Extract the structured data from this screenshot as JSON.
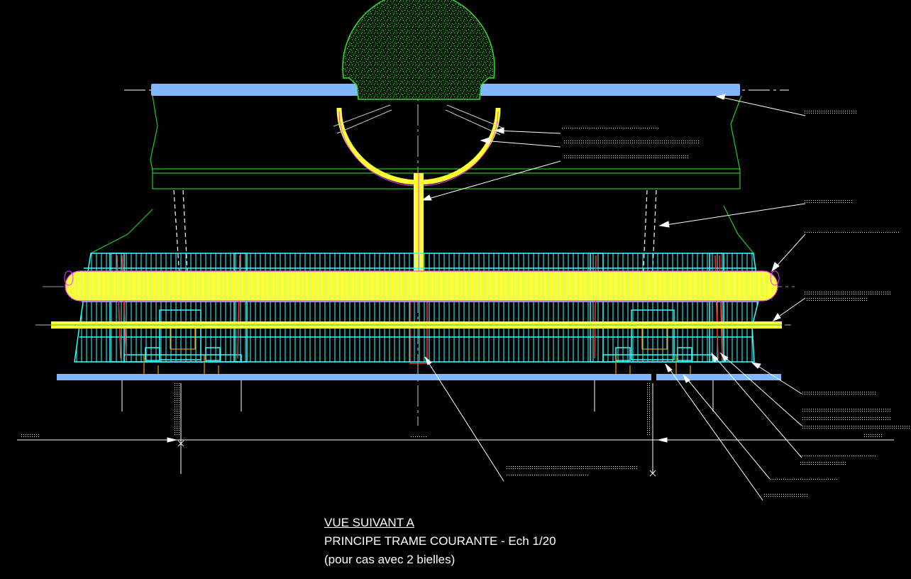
{
  "caption": {
    "view": "VUE SUIVANT A",
    "title": "PRINCIPE TRAME COURANTE  - Ech 1/20",
    "note": "(pour cas avec 2 bielles)"
  },
  "colors": {
    "background": "#000000",
    "beam_blue": "#7fb8ff",
    "tube_yellow": "#ffff33",
    "frame_cyan": "#33ffff",
    "contour_green": "#22cc22",
    "sphere_green": "#33dd33",
    "accent_red": "#ff3333",
    "bracket_orange": "#ff9900",
    "magenta": "#ff33ff",
    "leader_white": "#ffffff"
  },
  "icons": [
    "leader-arrow",
    "section-axis-cross"
  ]
}
